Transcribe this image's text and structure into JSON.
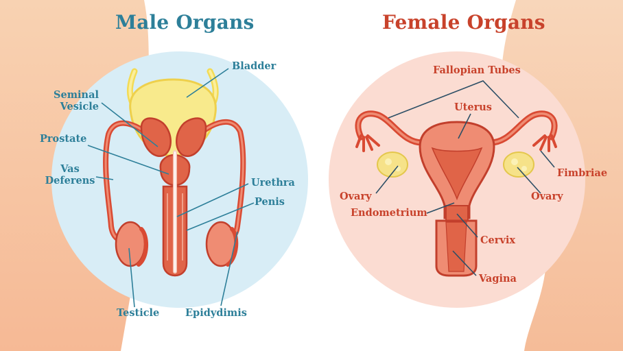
{
  "colors": {
    "male_accent": "#2d7f99",
    "female_accent": "#c8422b",
    "male_circle": "#d8edf6",
    "female_circle": "#fbdcd2",
    "silhouette": "#f7c9a6",
    "organ_red": "#df5a45",
    "organ_light": "#ec8e74",
    "bladder_yellow": "#f8ea8c",
    "ovary_yellow": "#f6e289"
  },
  "male": {
    "title": "Male Organs",
    "labels": {
      "bladder": "Bladder",
      "seminal_vesicle_1": "Seminal",
      "seminal_vesicle_2": "Vesicle",
      "prostate": "Prostate",
      "vas_deferens_1": "Vas",
      "vas_deferens_2": "Deferens",
      "urethra": "Urethra",
      "penis": "Penis",
      "testicle": "Testicle",
      "epididymis": "Epidydimis"
    }
  },
  "female": {
    "title": "Female Organs",
    "labels": {
      "fallopian_tubes": "Fallopian Tubes",
      "uterus": "Uterus",
      "fimbriae": "Fimbriae",
      "ovary_left": "Ovary",
      "ovary_right": "Ovary",
      "endometrium": "Endometrium",
      "cervix": "Cervix",
      "vagina": "Vagina"
    }
  }
}
